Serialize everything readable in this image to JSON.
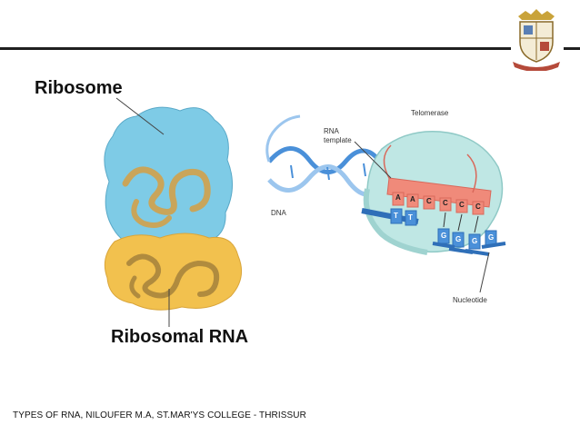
{
  "slide": {
    "footer": "TYPES OF RNA, NILOUFER M.A, ST.MAR'YS COLLEGE - THRISSUR"
  },
  "ribosome_diagram": {
    "label_top": "Ribosome",
    "label_bottom": "Ribosomal RNA"
  },
  "telomerase_diagram": {
    "label_telomerase": "Telomerase",
    "label_rna_template_line1": "RNA",
    "label_rna_template_line2": "template",
    "label_dna": "DNA",
    "label_nucleotide": "Nucleotide",
    "template_bases": [
      "A",
      "A",
      "C",
      "C",
      "C",
      "C"
    ],
    "dna_bases": [
      "T",
      "T",
      "G",
      "G",
      "G",
      "G"
    ]
  },
  "colors": {
    "ribosome_large": "#7ecbe6",
    "ribosome_small": "#f2c14e",
    "rna_strand": "#c9a55a",
    "telomerase": "#bfe7e4",
    "rna_template": "#f08a7a",
    "dna": "#4a90d9"
  },
  "icons": {
    "crest": "college-crest-icon"
  }
}
